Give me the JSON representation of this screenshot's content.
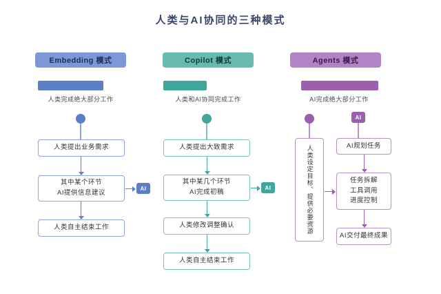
{
  "title": "人类与AI协同的三种模式",
  "badge_label": "AI",
  "colors": {
    "embedding": "#5b7fc7",
    "copilot": "#3fa69b",
    "agents": "#9b5fae"
  },
  "columns": [
    {
      "name": "Embedding 模式",
      "caption": "人类完成绝大部分工作",
      "boxes": [
        {
          "lines": [
            "人类提出业务需求"
          ]
        },
        {
          "lines": [
            "其中某个环节",
            "AI提供信息建议"
          ]
        },
        {
          "lines": [
            "人类自主结束工作"
          ]
        }
      ]
    },
    {
      "name": "Copilot 模式",
      "caption": "人类和AI协同完成工作",
      "boxes": [
        {
          "lines": [
            "人类提出大致需求"
          ]
        },
        {
          "lines": [
            "其中某几个环节",
            "AI完成初稿"
          ]
        },
        {
          "lines": [
            "人类修改调整确认"
          ]
        },
        {
          "lines": [
            "人类自主结束工作"
          ]
        }
      ]
    },
    {
      "name": "Agents 模式",
      "caption": "AI完成绝大部分工作",
      "vertical_box": "人类设定目标、提供必要资源",
      "boxes": [
        {
          "lines": [
            "AI规划任务"
          ]
        },
        {
          "lines": [
            "任务拆解",
            "工具调用",
            "进度控制"
          ]
        },
        {
          "lines": [
            "AI交付最终成果"
          ]
        }
      ]
    }
  ]
}
